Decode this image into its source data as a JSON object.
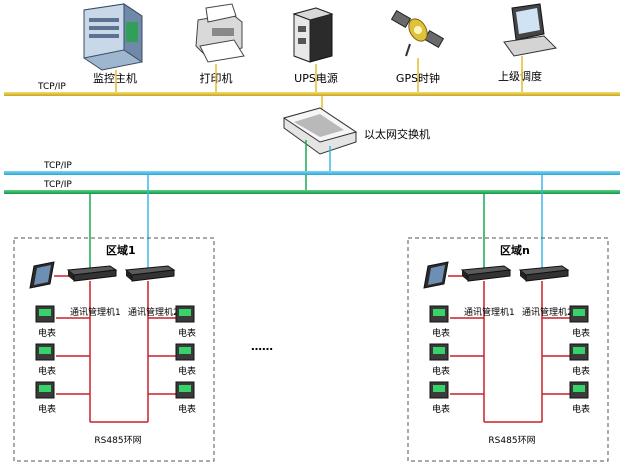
{
  "top_devices": [
    {
      "label": "监控主机",
      "icon": "server-icon"
    },
    {
      "label": "打印机",
      "icon": "printer-icon"
    },
    {
      "label": "UPS电源",
      "icon": "ups-icon"
    },
    {
      "label": "GPS时钟",
      "icon": "satellite-icon"
    },
    {
      "label": "上级调度",
      "icon": "laptop-icon"
    }
  ],
  "bus": {
    "top_tcp_label": "TCP/IP",
    "mid_tcp_label": "TCP/IP",
    "low_tcp_label": "TCP/IP",
    "switch_label": "以太网交换机"
  },
  "regions": [
    {
      "title": "区域1",
      "comm1": "通讯管理机1",
      "comm2": "通讯管理机2",
      "meter_label": "电表",
      "rs485": "RS485环网"
    },
    {
      "title": "区域n",
      "comm1": "通讯管理机1",
      "comm2": "通讯管理机2",
      "meter_label": "电表",
      "rs485": "RS485环网"
    }
  ],
  "ellipsis": "……",
  "colors": {
    "top_bus": "#e2bd2c",
    "cyan_bus": "#3bb8e2",
    "green_bus": "#19a84f",
    "rs485": "#c8202a",
    "dashed_box": "#555555"
  }
}
